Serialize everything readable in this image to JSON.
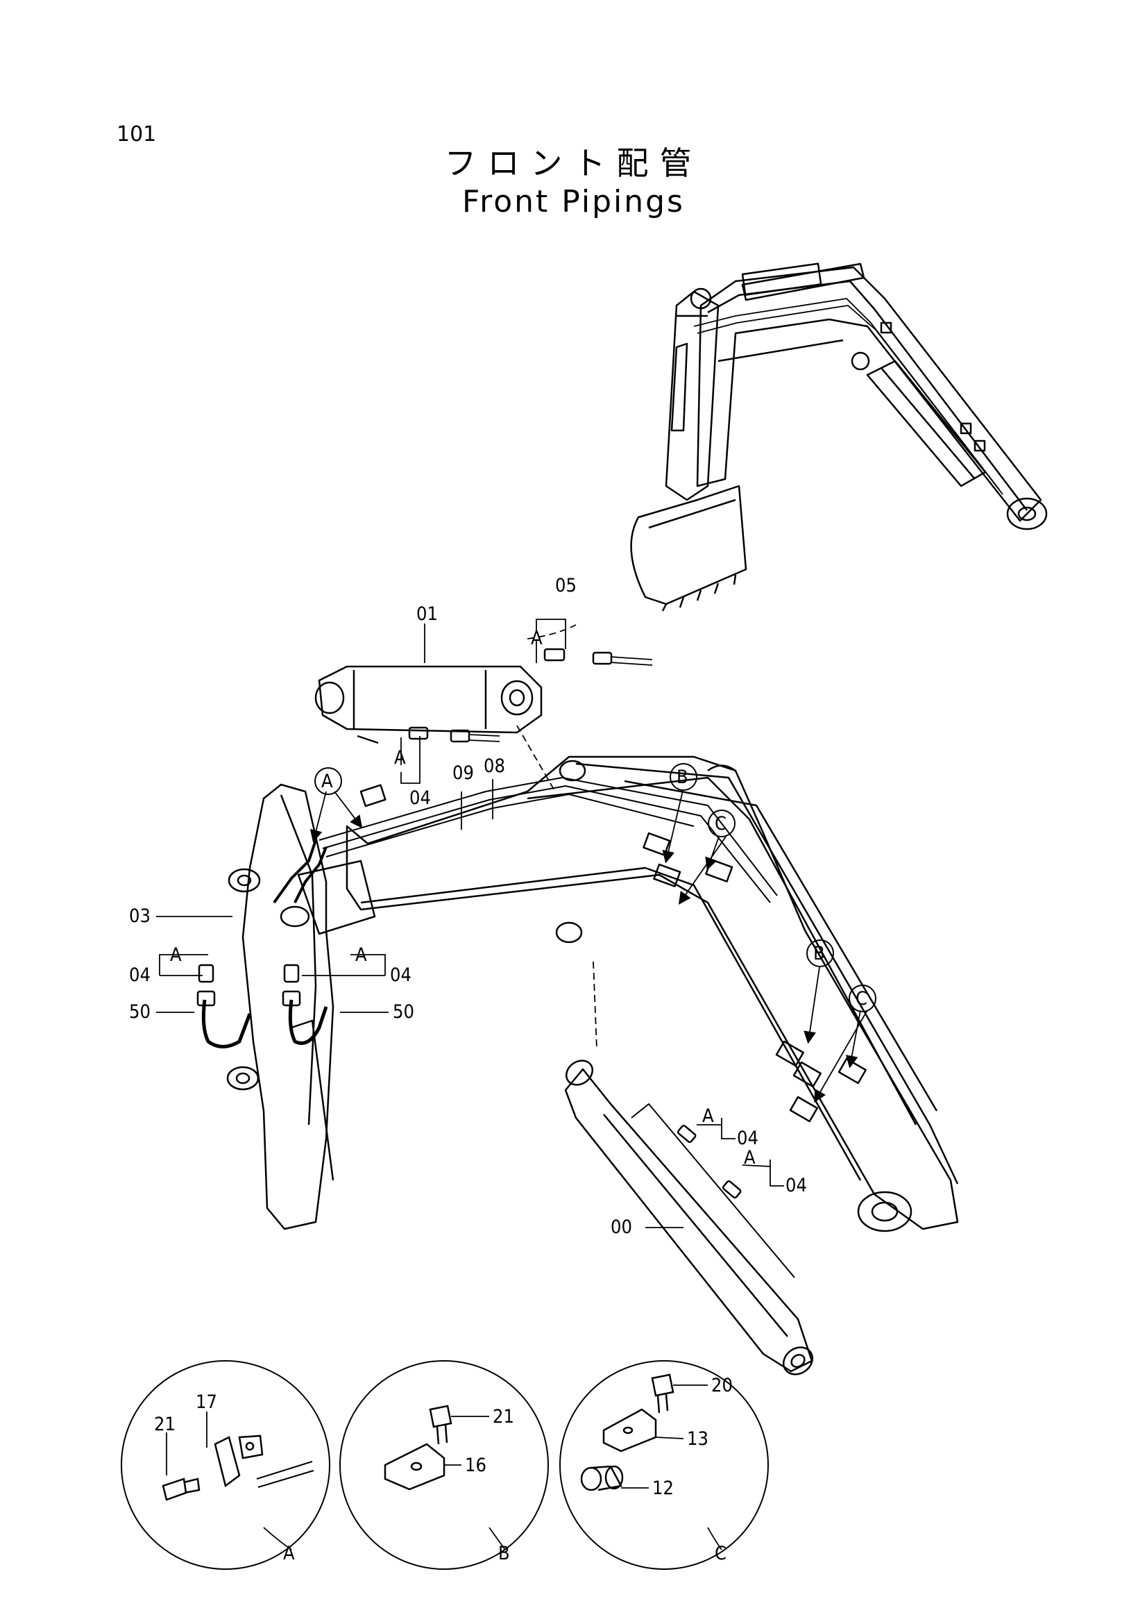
{
  "page_number": "101",
  "title_ja": "フロント配管",
  "title_en": "Front Pipings",
  "callouts": {
    "c00": "00",
    "c01": "01",
    "c03": "03",
    "c05": "05",
    "c08": "08",
    "c09": "09",
    "c50": "50",
    "c04": "04",
    "c12": "12",
    "c13": "13",
    "c16": "16",
    "c17": "17",
    "c20": "20",
    "c21": "21"
  },
  "view_markers": {
    "a": "A",
    "b": "B",
    "c": "C"
  },
  "detail_views": [
    "A",
    "B",
    "C"
  ]
}
